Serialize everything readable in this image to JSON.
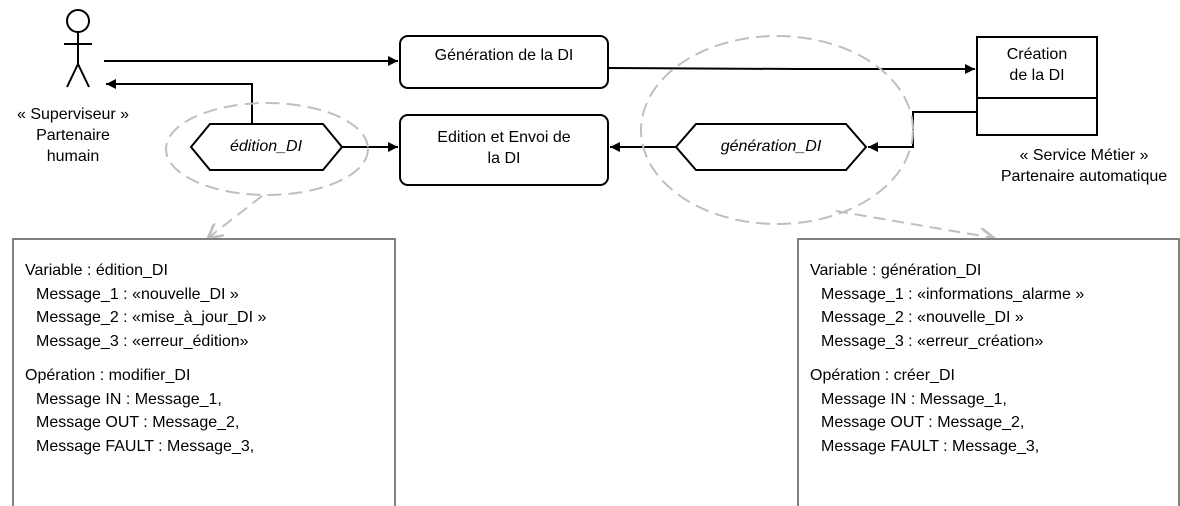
{
  "actors": {
    "supervisor": {
      "stereotype": "« Superviseur »",
      "line1": "Partenaire",
      "line2": "humain"
    },
    "service": {
      "stereotype": "« Service Métier »",
      "line1": "Partenaire automatique"
    }
  },
  "activities": {
    "generation": "Génération de la DI",
    "edition_line1": "Edition et Envoi de",
    "edition_line2": "la DI",
    "creation_line1": "Création",
    "creation_line2": "de la DI"
  },
  "variables": {
    "edition": "édition_DI",
    "generation": "génération_DI"
  },
  "notes": {
    "left": {
      "variable": "Variable : édition_DI",
      "messages": [
        "Message_1 : «nouvelle_DI »",
        "Message_2 : «mise_à_jour_DI »",
        "Message_3 : «erreur_édition»"
      ],
      "operation": "Opération : modifier_DI",
      "io": [
        "Message IN : Message_1,",
        "Message OUT : Message_2,",
        "Message FAULT : Message_3,"
      ]
    },
    "right": {
      "variable": "Variable : génération_DI",
      "messages": [
        "Message_1 : «informations_alarme »",
        "Message_2 : «nouvelle_DI »",
        "Message_3 : «erreur_création»"
      ],
      "operation": "Opération : créer_DI",
      "io": [
        "Message IN : Message_1,",
        "Message OUT : Message_2,",
        "Message FAULT : Message_3,"
      ]
    }
  },
  "colors": {
    "line": "#000000",
    "note_border": "#808080",
    "dashed": "#bfbfbf"
  }
}
